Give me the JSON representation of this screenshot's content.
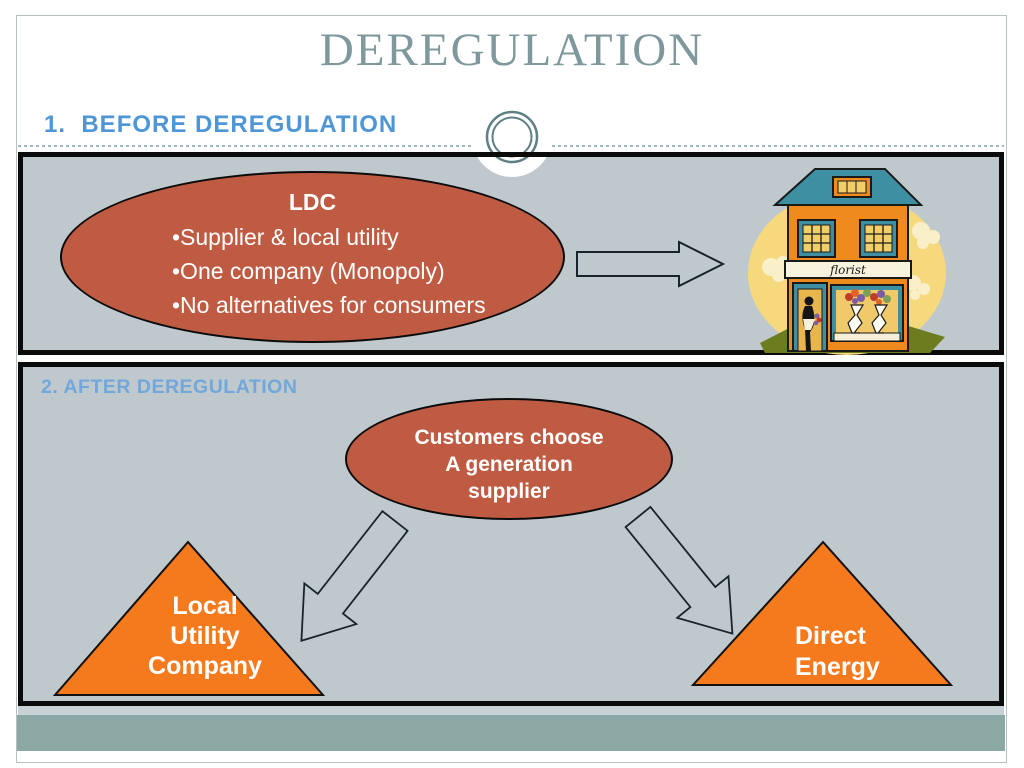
{
  "slide": {
    "title": "DEREGULATION",
    "colors": {
      "title_text": "#7E989B",
      "heading_blue": "#4F96D6",
      "heading_blue_light": "#72A7DB",
      "panel_bg": "#BFC9CD",
      "ellipse_fill": "#C05B43",
      "triangle_fill": "#F5791D",
      "footer_bar": "#8BA8A5",
      "border_black": "#0B0B0B"
    },
    "section_before": {
      "heading": "1.  BEFORE DEREGULATION",
      "ellipse": {
        "title": "LDC",
        "bullets": [
          "•Supplier & local utility",
          "•One company (Monopoly)",
          "•No alternatives for consumers"
        ]
      },
      "clipart_sign": "florist"
    },
    "section_after": {
      "heading": "2. AFTER DEREGULATION",
      "ellipse_lines": [
        "Customers choose",
        "A generation",
        "supplier"
      ],
      "triangle_left": [
        "Local",
        "Utility",
        "Company"
      ],
      "triangle_right": [
        "Direct",
        "Energy"
      ]
    }
  }
}
